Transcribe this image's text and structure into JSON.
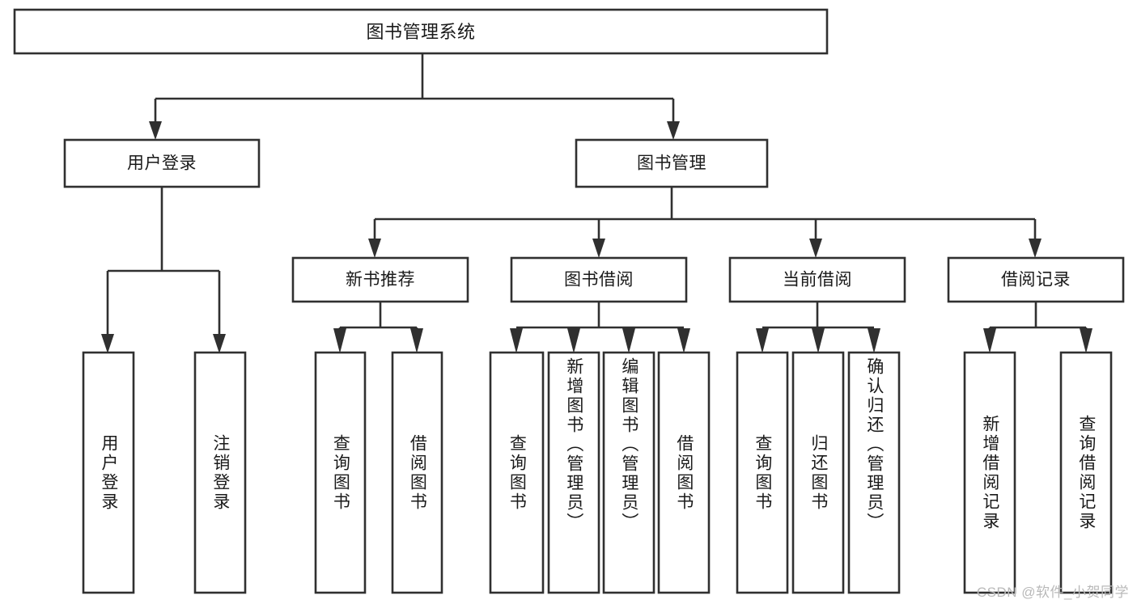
{
  "diagram": {
    "title": "图书管理系统",
    "type": "tree-hierarchy-diagram",
    "colors": {
      "background": "#ffffff",
      "box_fill": "#ffffff",
      "box_stroke": "#303030",
      "connector": "#303030",
      "text": "#1a1a1a",
      "watermark": "#b9b9b9"
    },
    "root": {
      "label": "图书管理系统"
    },
    "level1": [
      {
        "label": "用户登录"
      },
      {
        "label": "图书管理"
      }
    ],
    "level2": [
      {
        "label": "新书推荐"
      },
      {
        "label": "图书借阅"
      },
      {
        "label": "当前借阅"
      },
      {
        "label": "借阅记录"
      }
    ],
    "leaves": {
      "user_login": [
        {
          "label": "用户登录"
        },
        {
          "label": "注销登录"
        }
      ],
      "new_book_recommend": [
        {
          "label": "查询图书"
        },
        {
          "label": "借阅图书"
        }
      ],
      "book_borrow": [
        {
          "label": "查询图书"
        },
        {
          "label": "新增图书（管理员）"
        },
        {
          "label": "编辑图书（管理员）"
        },
        {
          "label": "借阅图书"
        }
      ],
      "current_borrow": [
        {
          "label": "查询图书"
        },
        {
          "label": "归还图书"
        },
        {
          "label": "确认归还（管理员）"
        }
      ],
      "borrow_record": [
        {
          "label": "新增借阅记录"
        },
        {
          "label": "查询借阅记录"
        }
      ]
    },
    "watermark": "CSDN @软件_小贺同学"
  }
}
